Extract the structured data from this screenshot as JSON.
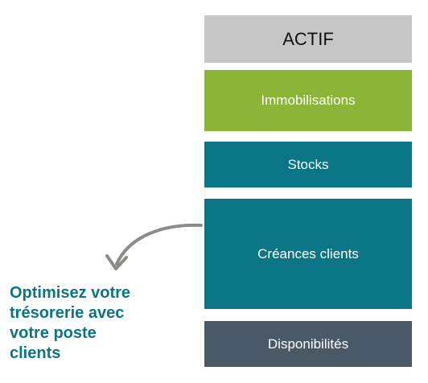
{
  "bilan": {
    "header": "ACTIF",
    "rows": [
      {
        "label": "Immobilisations"
      },
      {
        "label": "Stocks"
      },
      {
        "label": "Créances clients"
      },
      {
        "label": "Disponibilités"
      }
    ]
  },
  "callout": {
    "line1": "Optimisez votre",
    "line2": "trésorerie avec",
    "line3": "votre poste",
    "line4": "clients"
  },
  "colors": {
    "header_bg": "#c6c6c6",
    "immobilisations_bg": "#8ab537",
    "teal": "#0a7585",
    "disponibilites_bg": "#4a5967",
    "arrow": "#8c8c88"
  }
}
